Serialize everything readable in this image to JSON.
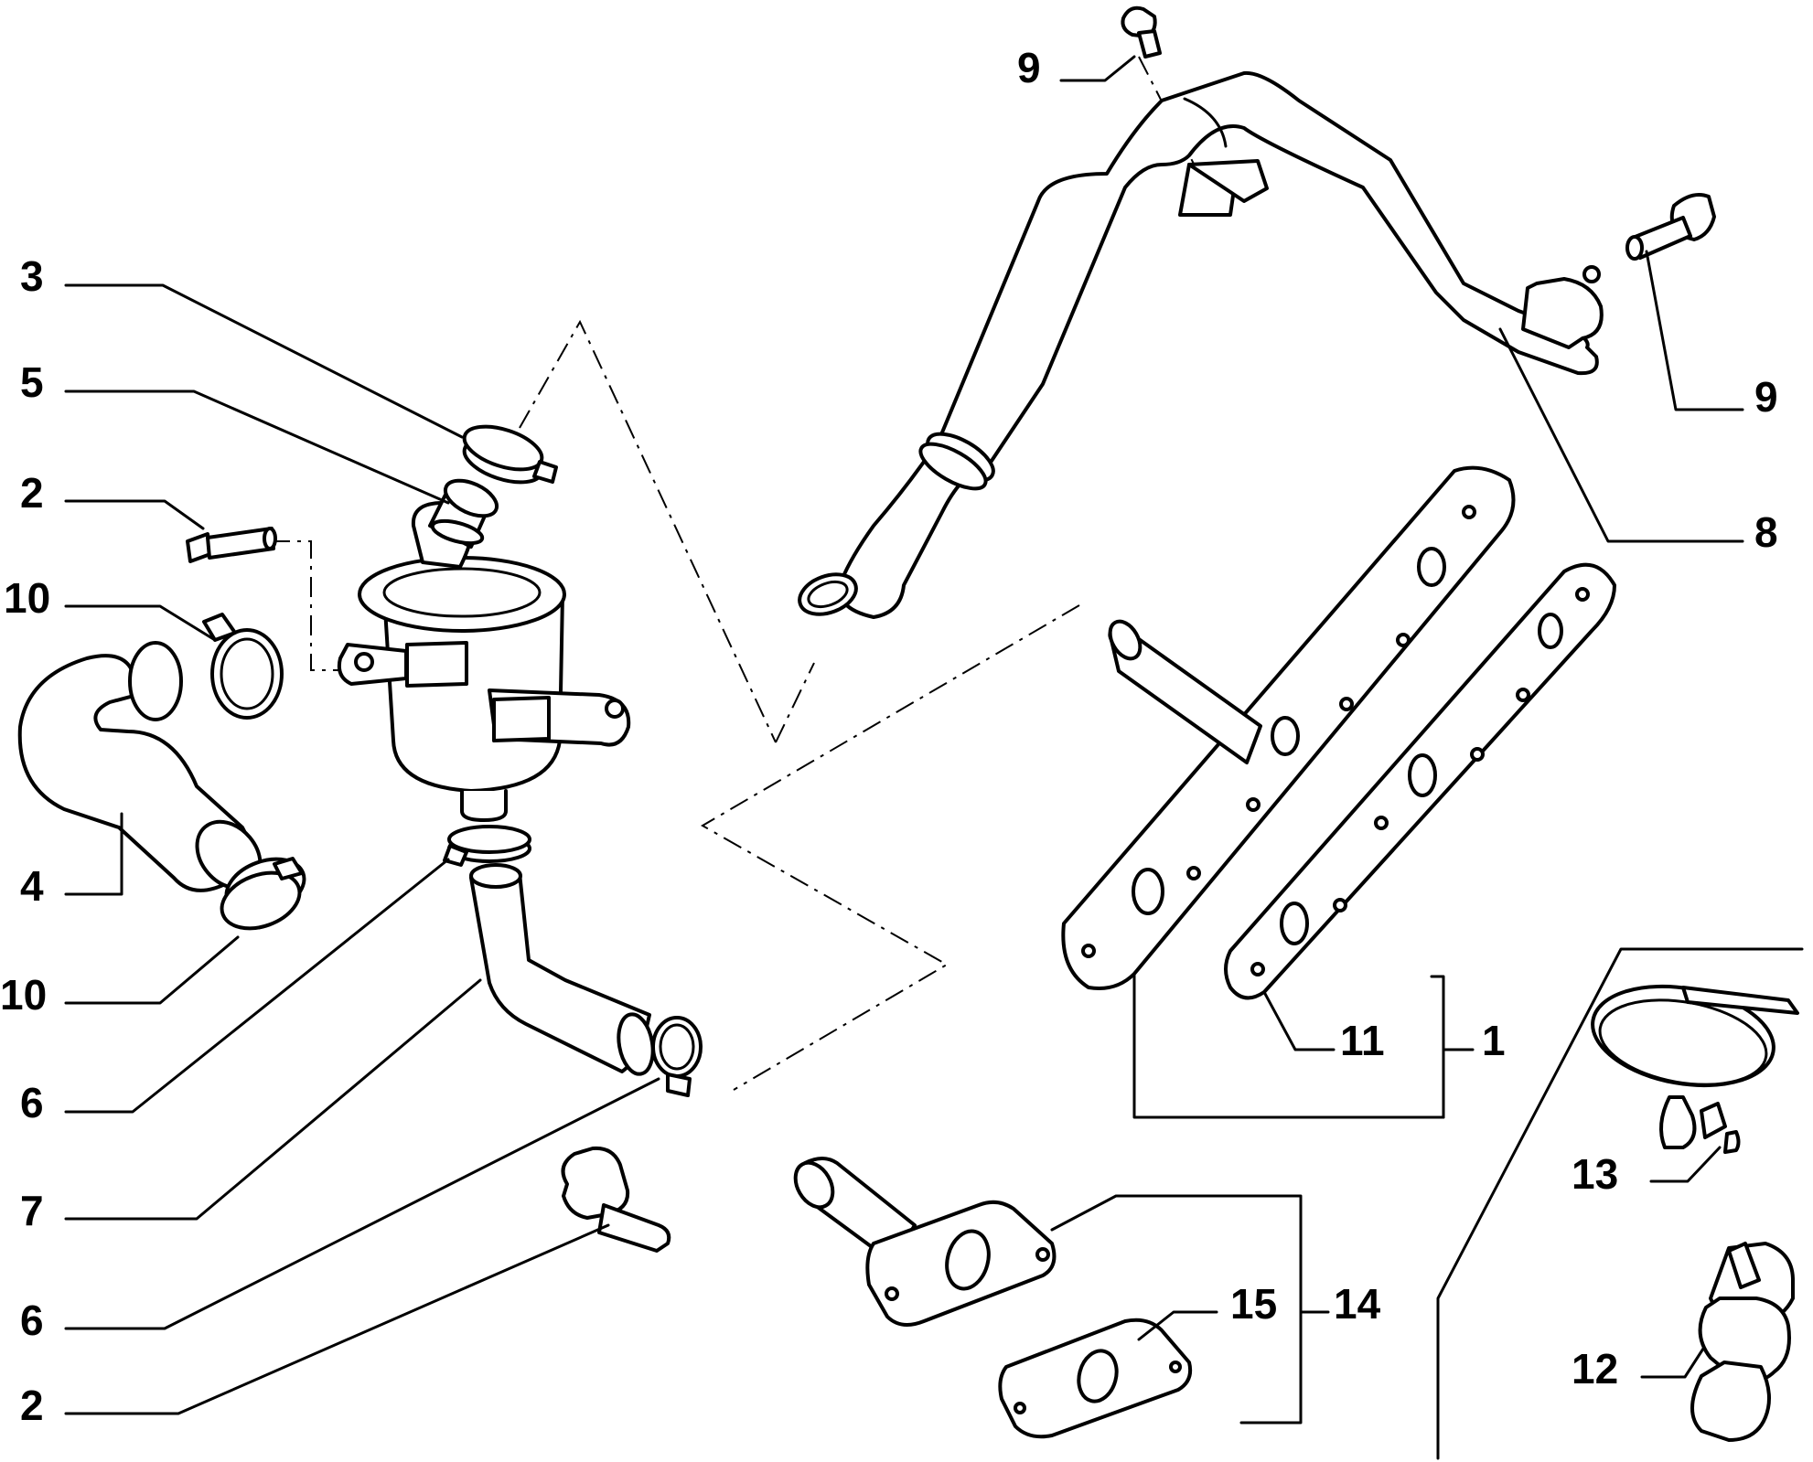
{
  "callouts": [
    {
      "id": "c3",
      "number": "3"
    },
    {
      "id": "c5",
      "number": "5"
    },
    {
      "id": "c2a",
      "number": "2"
    },
    {
      "id": "c10a",
      "number": "10"
    },
    {
      "id": "c4",
      "number": "4"
    },
    {
      "id": "c10b",
      "number": "10"
    },
    {
      "id": "c6a",
      "number": "6"
    },
    {
      "id": "c7",
      "number": "7"
    },
    {
      "id": "c6b",
      "number": "6"
    },
    {
      "id": "c2b",
      "number": "2"
    },
    {
      "id": "c9a",
      "number": "9"
    },
    {
      "id": "c9b",
      "number": "9"
    },
    {
      "id": "c8",
      "number": "8"
    },
    {
      "id": "c11",
      "number": "11"
    },
    {
      "id": "c1",
      "number": "1"
    },
    {
      "id": "c13",
      "number": "13"
    },
    {
      "id": "c12",
      "number": "12"
    },
    {
      "id": "c15",
      "number": "15"
    },
    {
      "id": "c14",
      "number": "14"
    }
  ]
}
